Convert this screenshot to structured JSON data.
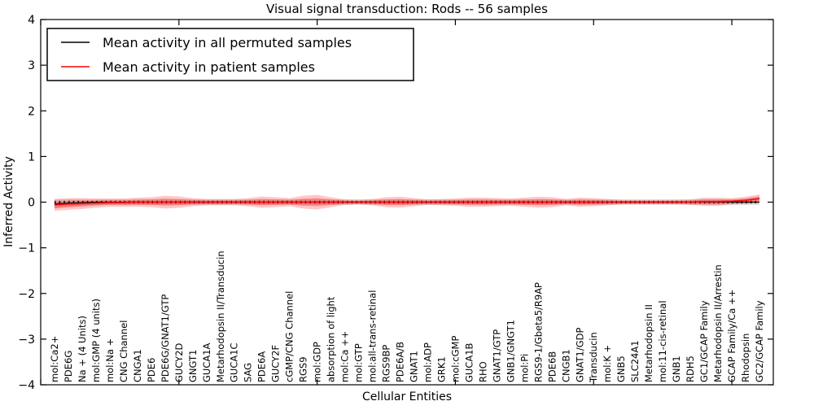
{
  "title": "Visual signal transduction: Rods -- 56 samples",
  "legend": {
    "entries": [
      {
        "label": "Mean activity in all permuted samples",
        "color": "#000000"
      },
      {
        "label": "Mean activity in patient samples",
        "color": "#ff0000"
      }
    ]
  },
  "chart_data": {
    "type": "line",
    "title": "Visual signal transduction: Rods -- 56 samples",
    "xlabel": "Cellular Entities",
    "ylabel": "Inferred Activity",
    "ylim": [
      -4,
      4
    ],
    "yticks": [
      4,
      3,
      2,
      1,
      0,
      -1,
      -2,
      -3,
      -4
    ],
    "xticks_major_every": 10,
    "grid": false,
    "legend_position": "upper left",
    "zero_line": {
      "style": "dotted",
      "color": "#000000"
    },
    "categories": [
      "mol:Ca2+",
      "PDE6G",
      "Na + (4 Units)",
      "mol:GMP (4 units)",
      "mol:Na +",
      "CNG Channel",
      "CNGA1",
      "PDE6",
      "PDE6G/GNAT1/GTP",
      "GUCY2D",
      "GNGT1",
      "GUCA1A",
      "Metarhodopsin II/Transducin",
      "GUCA1C",
      "SAG",
      "PDE6A",
      "GUCY2F",
      "cGMP/CNG Channel",
      "RGS9",
      "mol:GDP",
      "absorption of light",
      "mol:Ca ++",
      "mol:GTP",
      "mol:all-trans-retinal",
      "RGS9BP",
      "PDE6A/B",
      "GNAT1",
      "mol:ADP",
      "GRK1",
      "mol:cGMP",
      "GUCA1B",
      "RHO",
      "GNAT1/GTP",
      "GNB1/GNGT1",
      "mol:Pi",
      "RGS9-1/Gbeta5/R9AP",
      "PDE6B",
      "CNGB1",
      "GNAT1/GDP",
      "Transducin",
      "mol:K +",
      "GNB5",
      "SLC24A1",
      "Metarhodopsin II",
      "mol:11-cis-retinal",
      "GNB1",
      "RDH5",
      "GC1/GCAP Family",
      "Metarhodopsin II/Arrestin",
      "GCAP Family/Ca ++",
      "Rhodopsin",
      "GC2/GCAP Family"
    ],
    "series": [
      {
        "name": "Mean activity in all permuted samples",
        "color": "#000000",
        "values": [
          -0.04,
          -0.02,
          -0.01,
          0,
          0,
          0,
          0,
          0,
          0,
          0,
          0,
          0,
          0,
          0,
          0,
          0,
          0,
          0,
          0,
          0,
          0,
          0,
          0,
          0,
          0,
          0,
          0,
          0,
          0,
          0,
          0,
          0,
          0,
          0,
          0,
          0,
          0,
          0,
          0,
          0,
          0,
          0,
          0,
          0,
          0,
          0,
          0,
          0,
          0,
          0,
          0,
          0
        ]
      },
      {
        "name": "Mean activity in patient samples",
        "color": "#ff0000",
        "values": [
          -0.06,
          -0.04,
          -0.03,
          -0.02,
          -0.01,
          -0.01,
          0,
          0,
          0,
          0,
          0,
          0,
          0,
          0,
          0,
          0,
          0,
          0,
          0,
          0,
          0,
          0,
          0,
          0,
          0,
          0,
          0,
          0,
          0,
          0,
          0,
          0,
          0,
          0,
          0,
          0,
          0,
          0,
          0,
          0,
          0,
          0,
          0,
          0,
          0,
          0,
          0,
          0.01,
          0.01,
          0.02,
          0.04,
          0.08
        ]
      }
    ],
    "bands": {
      "permuted_std_halfwidth": [
        0.1,
        0.08,
        0.07,
        0.06,
        0.06,
        0.06,
        0.06,
        0.06,
        0.06,
        0.06,
        0.06,
        0.06,
        0.06,
        0.06,
        0.06,
        0.06,
        0.06,
        0.06,
        0.06,
        0.06,
        0.06,
        0.06,
        0.06,
        0.06,
        0.06,
        0.06,
        0.06,
        0.06,
        0.06,
        0.06,
        0.06,
        0.06,
        0.06,
        0.06,
        0.06,
        0.06,
        0.06,
        0.06,
        0.06,
        0.06,
        0.06,
        0.06,
        0.06,
        0.06,
        0.06,
        0.06,
        0.06,
        0.06,
        0.06,
        0.06,
        0.06,
        0.06
      ],
      "patient_std_outer_halfwidth": [
        0.13,
        0.13,
        0.12,
        0.1,
        0.09,
        0.09,
        0.1,
        0.11,
        0.14,
        0.125,
        0.09,
        0.07,
        0.07,
        0.07,
        0.09,
        0.125,
        0.11,
        0.09,
        0.14,
        0.16,
        0.11,
        0.06,
        0.05,
        0.07,
        0.11,
        0.12,
        0.09,
        0.06,
        0.07,
        0.08,
        0.1,
        0.1,
        0.09,
        0.08,
        0.1,
        0.12,
        0.11,
        0.07,
        0.1,
        0.09,
        0.07,
        0.05,
        0.05,
        0.05,
        0.05,
        0.05,
        0.06,
        0.09,
        0.09,
        0.07,
        0.08,
        0.09
      ],
      "patient_inner_ratio": 0.55,
      "permuted_band_color": "#000000",
      "patient_band_color": "#ff0000"
    }
  }
}
